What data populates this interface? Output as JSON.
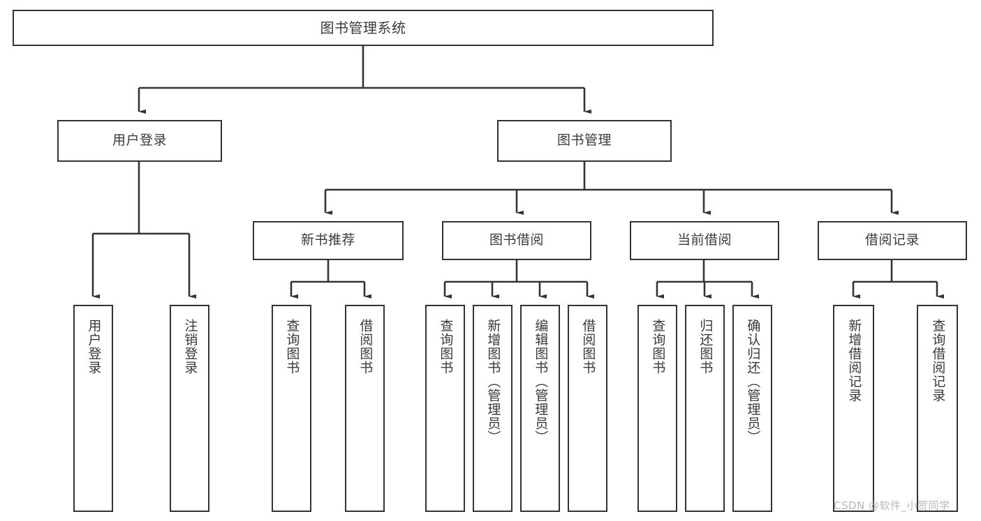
{
  "diagram": {
    "title": "图书管理系统",
    "type": "hierarchy-tree",
    "root": {
      "label": "图书管理系统"
    },
    "level2": [
      {
        "label": "用户登录"
      },
      {
        "label": "图书管理"
      }
    ],
    "level3": [
      {
        "label": "新书推荐"
      },
      {
        "label": "图书借阅"
      },
      {
        "label": "当前借阅"
      },
      {
        "label": "借阅记录"
      }
    ],
    "leaves": {
      "user_login": [
        {
          "label": "用户登录"
        },
        {
          "label": "注销登录"
        }
      ],
      "new_book_recommend": [
        {
          "label": "查询图书"
        },
        {
          "label": "借阅图书"
        }
      ],
      "book_borrow": [
        {
          "label": "查询图书"
        },
        {
          "label": "新增图书（管理员）"
        },
        {
          "label": "编辑图书（管理员）"
        },
        {
          "label": "借阅图书"
        }
      ],
      "current_borrow": [
        {
          "label": "查询图书"
        },
        {
          "label": "归还图书"
        },
        {
          "label": "确认归还（管理员）"
        }
      ],
      "borrow_records": [
        {
          "label": "新增借阅记录"
        },
        {
          "label": "查询借阅记录"
        }
      ]
    }
  },
  "watermark": {
    "text": "CSDN @软件_小贺同学"
  },
  "colors": {
    "box_border": "#333333",
    "text": "#3a3a3a",
    "background": "#ffffff",
    "watermark": "#b9b9b9"
  }
}
